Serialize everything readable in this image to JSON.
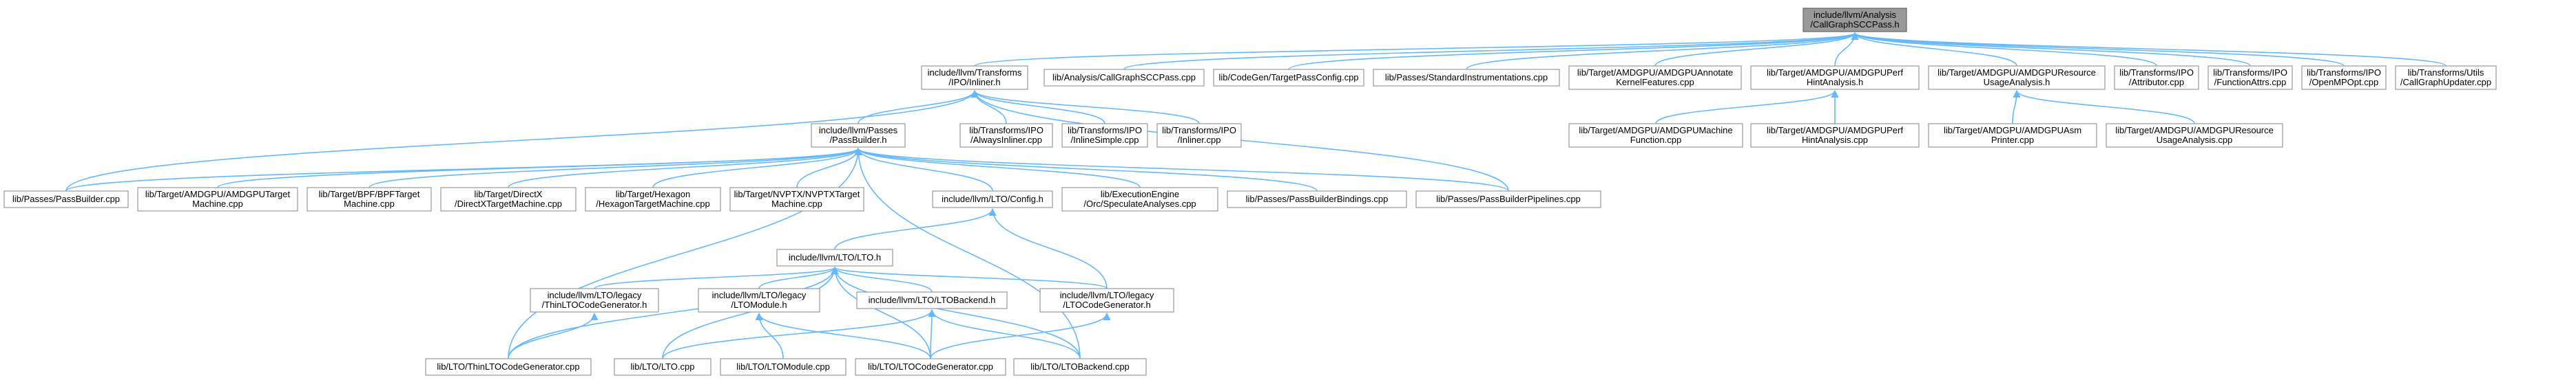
{
  "colors": {
    "edge": "#63b8ff",
    "node_fill": "#ffffff",
    "node_stroke": "#999999",
    "root_fill": "#999999",
    "root_stroke": "#666666",
    "text": "#000000"
  },
  "root_node": "include/llvm/Analysis/CallGraphSCCPass.h",
  "nodes": [
    {
      "id": "n0",
      "lines": [
        "include/llvm/Analysis",
        "/CallGraphSCCPass.h"
      ],
      "root": true
    },
    {
      "id": "n1",
      "lines": [
        "include/llvm/Transforms",
        "/IPO/Inliner.h"
      ]
    },
    {
      "id": "n2",
      "lines": [
        "lib/Analysis/CallGraphSCCPass.cpp"
      ]
    },
    {
      "id": "n3",
      "lines": [
        "lib/CodeGen/TargetPassConfig.cpp"
      ]
    },
    {
      "id": "n4",
      "lines": [
        "lib/Passes/StandardInstrumentations.cpp"
      ]
    },
    {
      "id": "n5",
      "lines": [
        "lib/Target/AMDGPU/AMDGPUAnnotate",
        "KernelFeatures.cpp"
      ]
    },
    {
      "id": "n6",
      "lines": [
        "lib/Target/AMDGPU/AMDGPUPerf",
        "HintAnalysis.h"
      ]
    },
    {
      "id": "n7",
      "lines": [
        "lib/Target/AMDGPU/AMDGPUResource",
        "UsageAnalysis.h"
      ]
    },
    {
      "id": "n8",
      "lines": [
        "lib/Transforms/IPO",
        "/Attributor.cpp"
      ]
    },
    {
      "id": "n9",
      "lines": [
        "lib/Transforms/IPO",
        "/FunctionAttrs.cpp"
      ]
    },
    {
      "id": "n10",
      "lines": [
        "lib/Transforms/IPO",
        "/OpenMPOpt.cpp"
      ]
    },
    {
      "id": "n11",
      "lines": [
        "lib/Transforms/Utils",
        "/CallGraphUpdater.cpp"
      ]
    },
    {
      "id": "n12",
      "lines": [
        "include/llvm/Passes",
        "/PassBuilder.h"
      ]
    },
    {
      "id": "n13",
      "lines": [
        "lib/Transforms/IPO",
        "/AlwaysInliner.cpp"
      ]
    },
    {
      "id": "n14",
      "lines": [
        "lib/Transforms/IPO",
        "/InlineSimple.cpp"
      ]
    },
    {
      "id": "n15",
      "lines": [
        "lib/Transforms/IPO",
        "/Inliner.cpp"
      ]
    },
    {
      "id": "n16",
      "lines": [
        "lib/Target/AMDGPU/AMDGPUMachine",
        "Function.cpp"
      ]
    },
    {
      "id": "n17",
      "lines": [
        "lib/Target/AMDGPU/AMDGPUPerf",
        "HintAnalysis.cpp"
      ]
    },
    {
      "id": "n18",
      "lines": [
        "lib/Target/AMDGPU/AMDGPUAsm",
        "Printer.cpp"
      ]
    },
    {
      "id": "n19",
      "lines": [
        "lib/Target/AMDGPU/AMDGPUResource",
        "UsageAnalysis.cpp"
      ]
    },
    {
      "id": "n20",
      "lines": [
        "lib/Passes/PassBuilder.cpp"
      ]
    },
    {
      "id": "n21",
      "lines": [
        "lib/Target/AMDGPU/AMDGPUTarget",
        "Machine.cpp"
      ]
    },
    {
      "id": "n22",
      "lines": [
        "lib/Target/BPF/BPFTarget",
        "Machine.cpp"
      ]
    },
    {
      "id": "n23",
      "lines": [
        "lib/Target/DirectX",
        "/DirectXTargetMachine.cpp"
      ]
    },
    {
      "id": "n24",
      "lines": [
        "lib/Target/Hexagon",
        "/HexagonTargetMachine.cpp"
      ]
    },
    {
      "id": "n25",
      "lines": [
        "lib/Target/NVPTX/NVPTXTarget",
        "Machine.cpp"
      ]
    },
    {
      "id": "n26",
      "lines": [
        "include/llvm/LTO/Config.h"
      ]
    },
    {
      "id": "n27",
      "lines": [
        "lib/ExecutionEngine",
        "/Orc/SpeculateAnalyses.cpp"
      ]
    },
    {
      "id": "n28",
      "lines": [
        "lib/Passes/PassBuilderBindings.cpp"
      ]
    },
    {
      "id": "n29",
      "lines": [
        "lib/Passes/PassBuilderPipelines.cpp"
      ]
    },
    {
      "id": "n30",
      "lines": [
        "include/llvm/LTO/LTO.h"
      ]
    },
    {
      "id": "n31",
      "lines": [
        "include/llvm/LTO/legacy",
        "/ThinLTOCodeGenerator.h"
      ]
    },
    {
      "id": "n32",
      "lines": [
        "include/llvm/LTO/legacy",
        "/LTOModule.h"
      ]
    },
    {
      "id": "n33",
      "lines": [
        "include/llvm/LTO/LTOBackend.h"
      ]
    },
    {
      "id": "n34",
      "lines": [
        "include/llvm/LTO/legacy",
        "/LTOCodeGenerator.h"
      ]
    },
    {
      "id": "n35",
      "lines": [
        "lib/LTO/ThinLTOCodeGenerator.cpp"
      ]
    },
    {
      "id": "n36",
      "lines": [
        "lib/LTO/LTO.cpp"
      ]
    },
    {
      "id": "n37",
      "lines": [
        "lib/LTO/LTOModule.cpp"
      ]
    },
    {
      "id": "n38",
      "lines": [
        "lib/LTO/LTOCodeGenerator.cpp"
      ]
    },
    {
      "id": "n39",
      "lines": [
        "lib/LTO/LTOBackend.cpp"
      ]
    }
  ]
}
